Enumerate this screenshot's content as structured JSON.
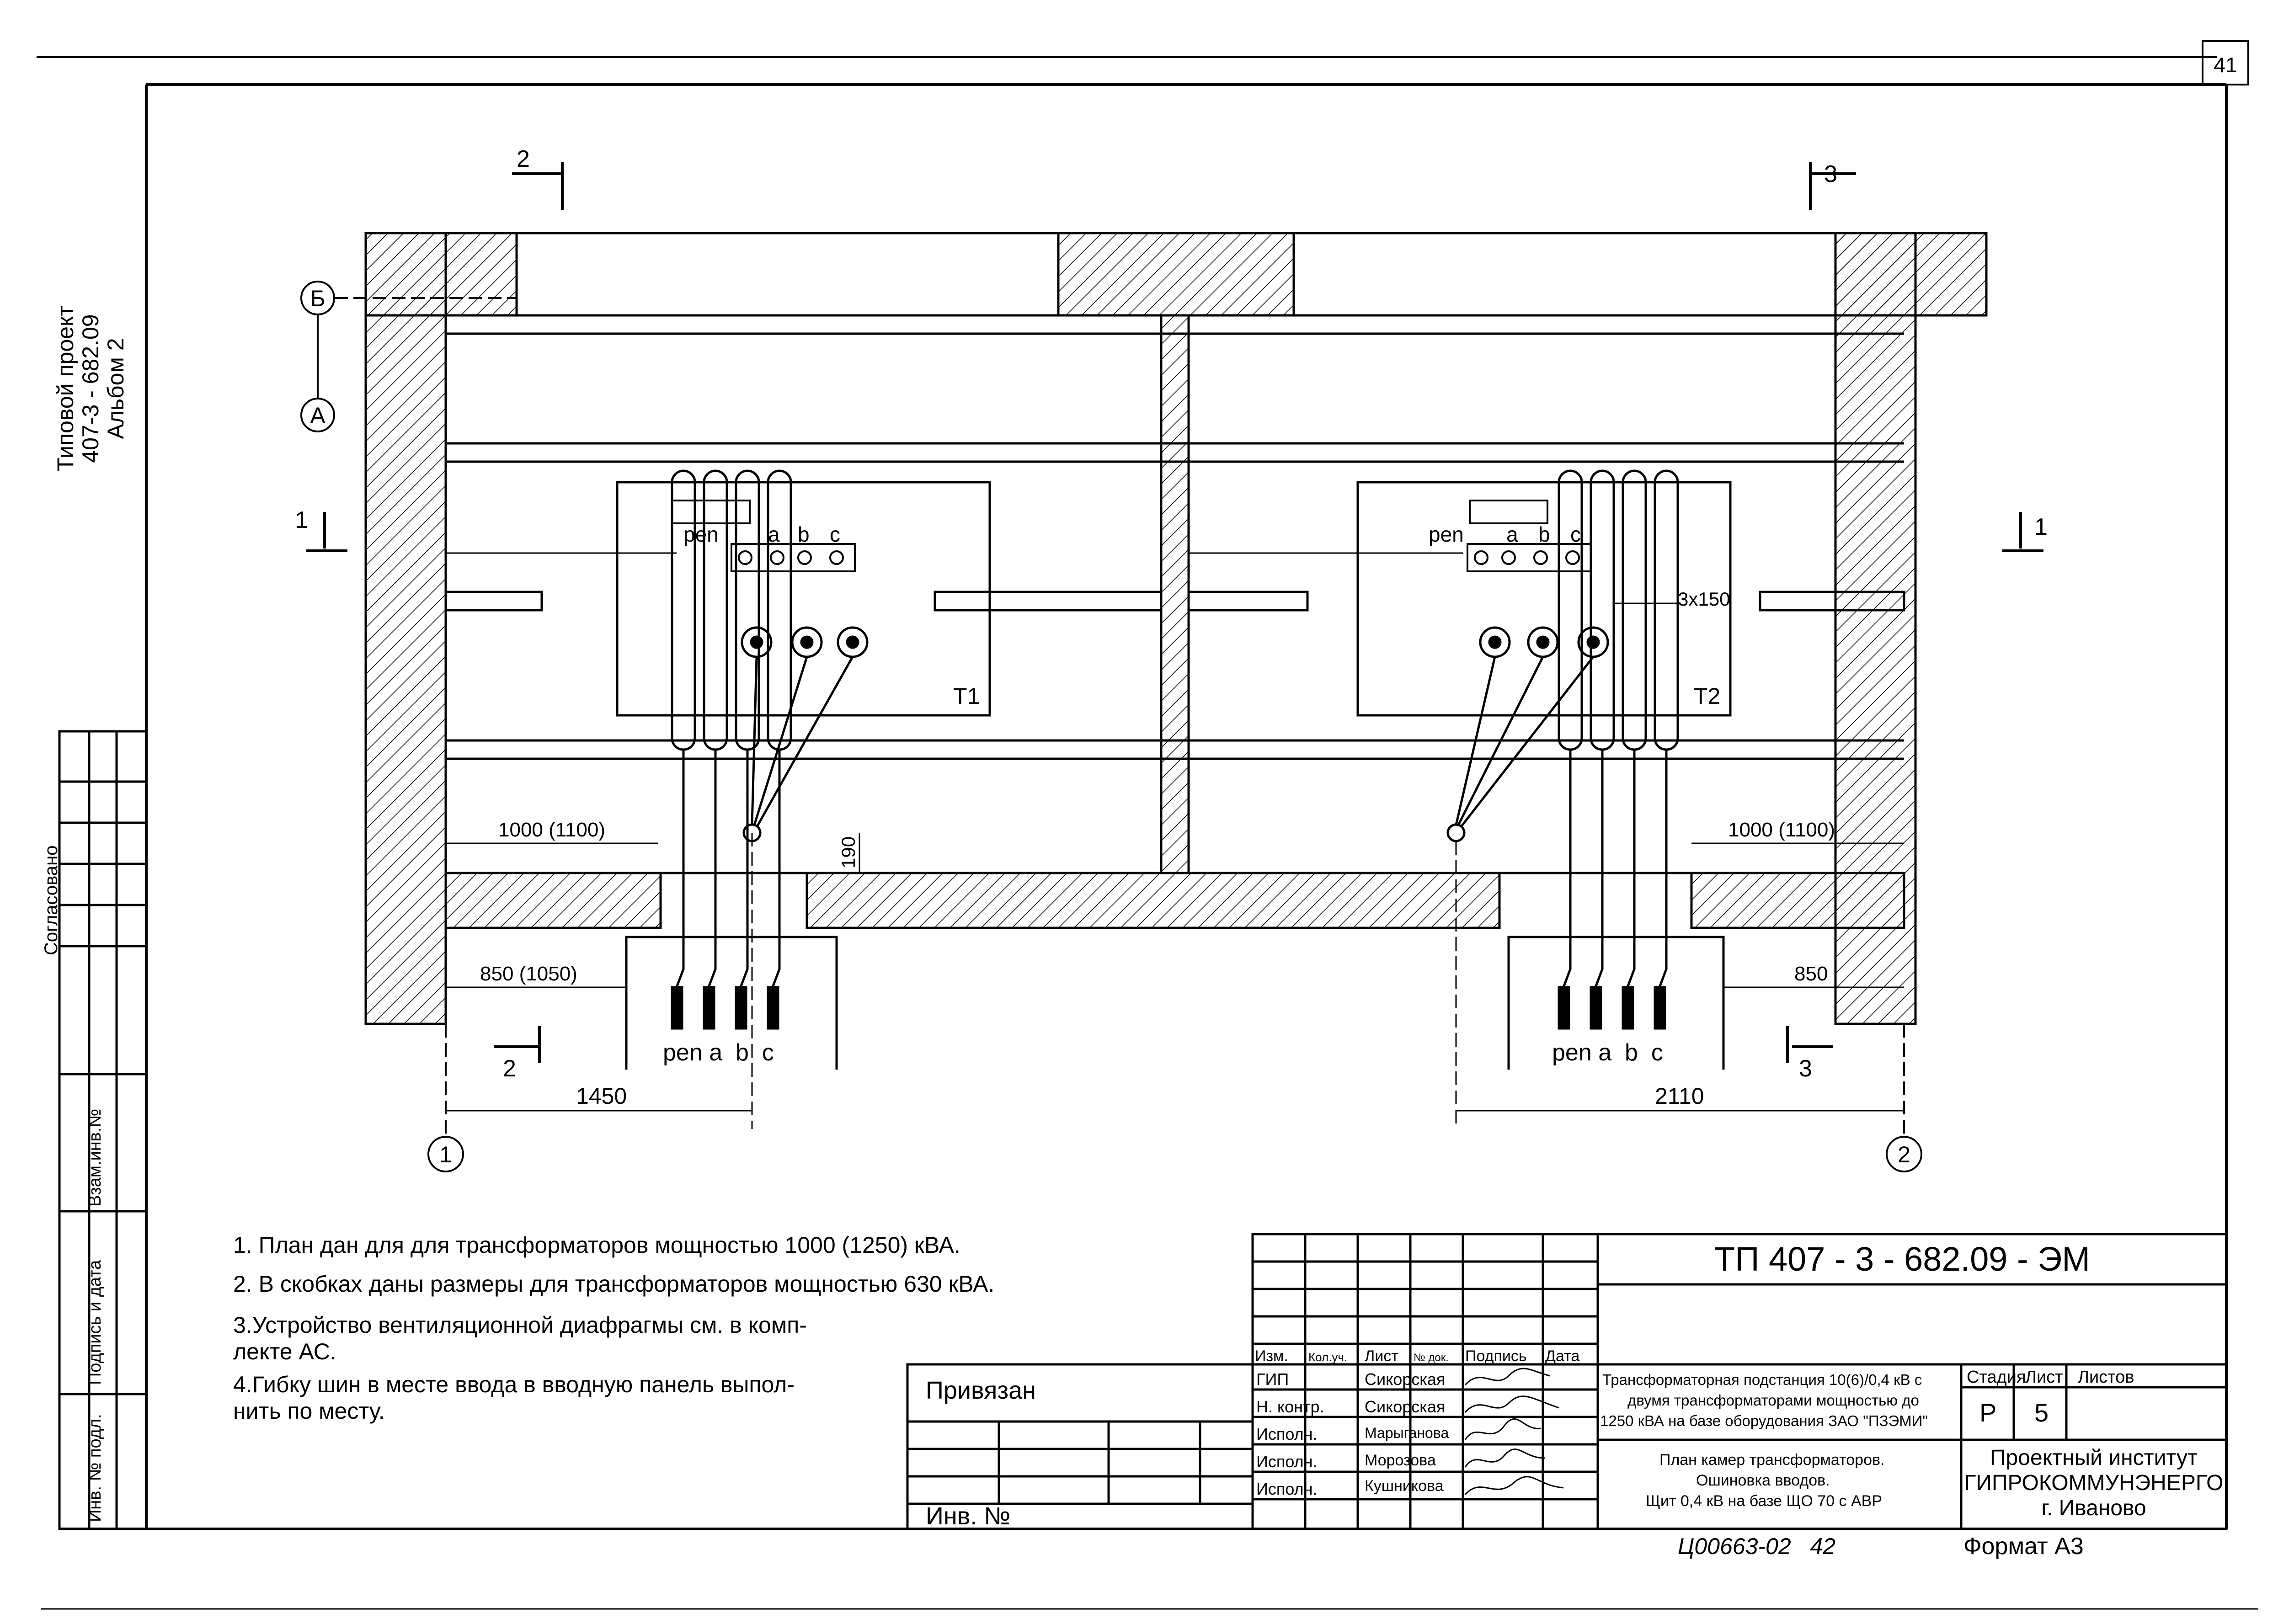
{
  "page_number": "41",
  "side_stamp": [
    "Типовой проект",
    "407-3 - 682.09",
    "Альбом 2"
  ],
  "left_column": {
    "agreed": "Согласовано",
    "ref_inv": "Взам.инв.№",
    "sign_date": "Подпись и дата",
    "inv_orig": "Инв. № подл."
  },
  "section_marks": {
    "s1_left": "1",
    "s1_right": "1",
    "s2_top": "2",
    "s2_bottom": "2",
    "s3_top": "3",
    "s3_bottom": "3"
  },
  "axes": {
    "b": "Б",
    "a": "А",
    "axis1": "1",
    "axis2": "2"
  },
  "transformers": {
    "t1": "T1",
    "t2": "T2"
  },
  "busbar_labels": {
    "pen": "pen",
    "a": "a",
    "b": "b",
    "c": "c",
    "bottom_left": "pen a  b  c",
    "bottom_right": "pen a  b  c"
  },
  "dimensions": {
    "d_1000_left": "1000 (1100)",
    "d_1000_right": "1000 (1100)",
    "d_850_left": "850 (1050)",
    "d_850_right": "850",
    "d_190": "190",
    "d_1450": "1450",
    "d_2110": "2110",
    "d_3x150": "3x150"
  },
  "notes": [
    "1. План дан для  для трансформаторов мощностью 1000 (1250) кВА.",
    "2. В скобках даны размеры для трансформаторов мощностью 630 кВА.",
    "3.Устройство вентиляционной диафрагмы см. в комп-\nлекте АС.",
    "4.Гибку шин в месте ввода в вводную панель выпол-\nнить по месту."
  ],
  "title_block": {
    "code": "ТП  407 - 3 - 682.09 - ЭМ",
    "bound": "Привязан",
    "inv_no": "Инв. №",
    "headers": [
      "Изм.",
      "Кол.уч.",
      "Лист",
      "№ док.",
      "Подпись",
      "Дата"
    ],
    "roles": [
      "ГИП",
      "Н. контр.",
      "Исполн.",
      "Исполн.",
      "Исполн."
    ],
    "names": [
      "Сикорская",
      "Сикорская",
      "Марыганова",
      "Морозова",
      "Кушникова"
    ],
    "project_desc": [
      "Трансформаторная подстанция 10(6)/0,4 кВ с",
      "двумя трансформаторами мощностью до",
      "1250 кВА на базе оборудования ЗАО \"ПЗЭМИ\""
    ],
    "sheet_desc": [
      "План камер трансформаторов.",
      "Ошиновка вводов.",
      "Щит 0,4 кВ на базе ЩО 70 с АВР"
    ],
    "stage_label": "Стадия",
    "sheet_label": "Лист",
    "sheets_label": "Листов",
    "stage": "Р",
    "sheet": "5",
    "institute": [
      "Проектный институт",
      "ГИПРОКОММУНЭНЕРГО",
      "г. Иваново"
    ],
    "handwritten": "Ц00663-02   42",
    "format": "Формат А3"
  }
}
